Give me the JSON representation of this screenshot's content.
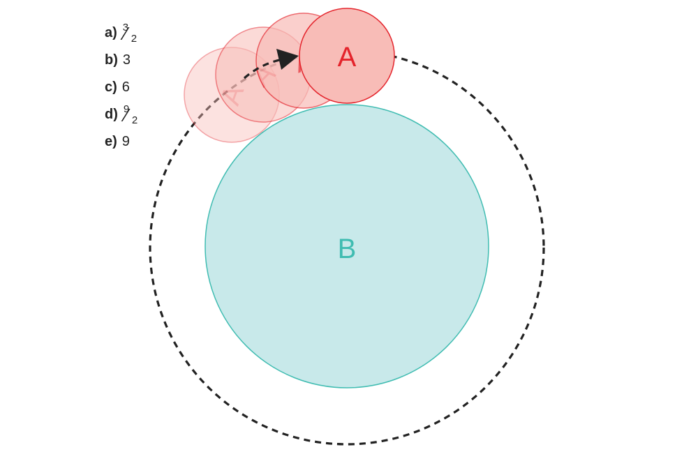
{
  "choices": [
    {
      "key": "a)",
      "value": {
        "num": "3",
        "den": "2"
      }
    },
    {
      "key": "b)",
      "value": "3"
    },
    {
      "key": "c)",
      "value": "6"
    },
    {
      "key": "d)",
      "value": {
        "num": "9",
        "den": "2"
      }
    },
    {
      "key": "e)",
      "value": "9"
    }
  ],
  "labels": {
    "circle_a": "A",
    "circle_b": "B"
  },
  "colors": {
    "a_fill": "#f8bcb7",
    "a_stroke": "#e4232b",
    "a_text": "#e4232b",
    "b_fill": "#c8e9ea",
    "b_stroke": "#3fbcb1",
    "b_text": "#3fbcb1",
    "path": "#222222",
    "text": "#222222"
  }
}
